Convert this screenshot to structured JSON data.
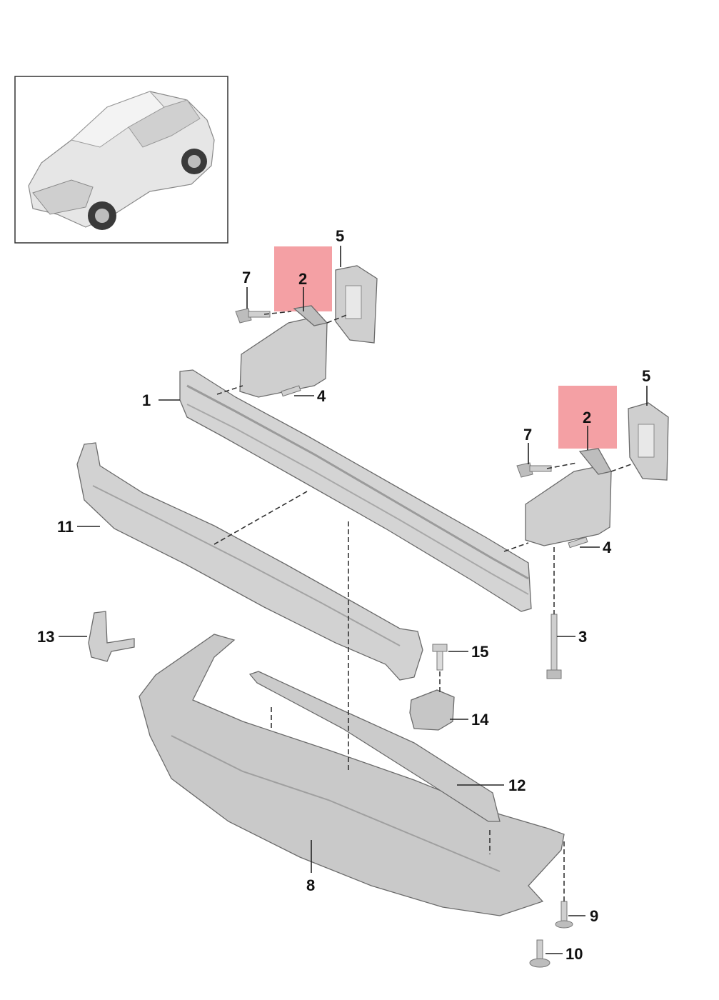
{
  "callouts": {
    "c1": "1",
    "c2a": "2",
    "c2b": "2",
    "c3": "3",
    "c4a": "4",
    "c4b": "4",
    "c5a": "5",
    "c5b": "5",
    "c7a": "7",
    "c7b": "7",
    "c8": "8",
    "c9": "9",
    "c10": "10",
    "c11": "11",
    "c12": "12",
    "c13": "13",
    "c14": "14",
    "c15": "15"
  },
  "colors": {
    "highlight": "#f4a0a4",
    "part_fill": "#d9d9d9",
    "part_dark": "#b3b3b3",
    "stroke": "#6b6b6b"
  }
}
